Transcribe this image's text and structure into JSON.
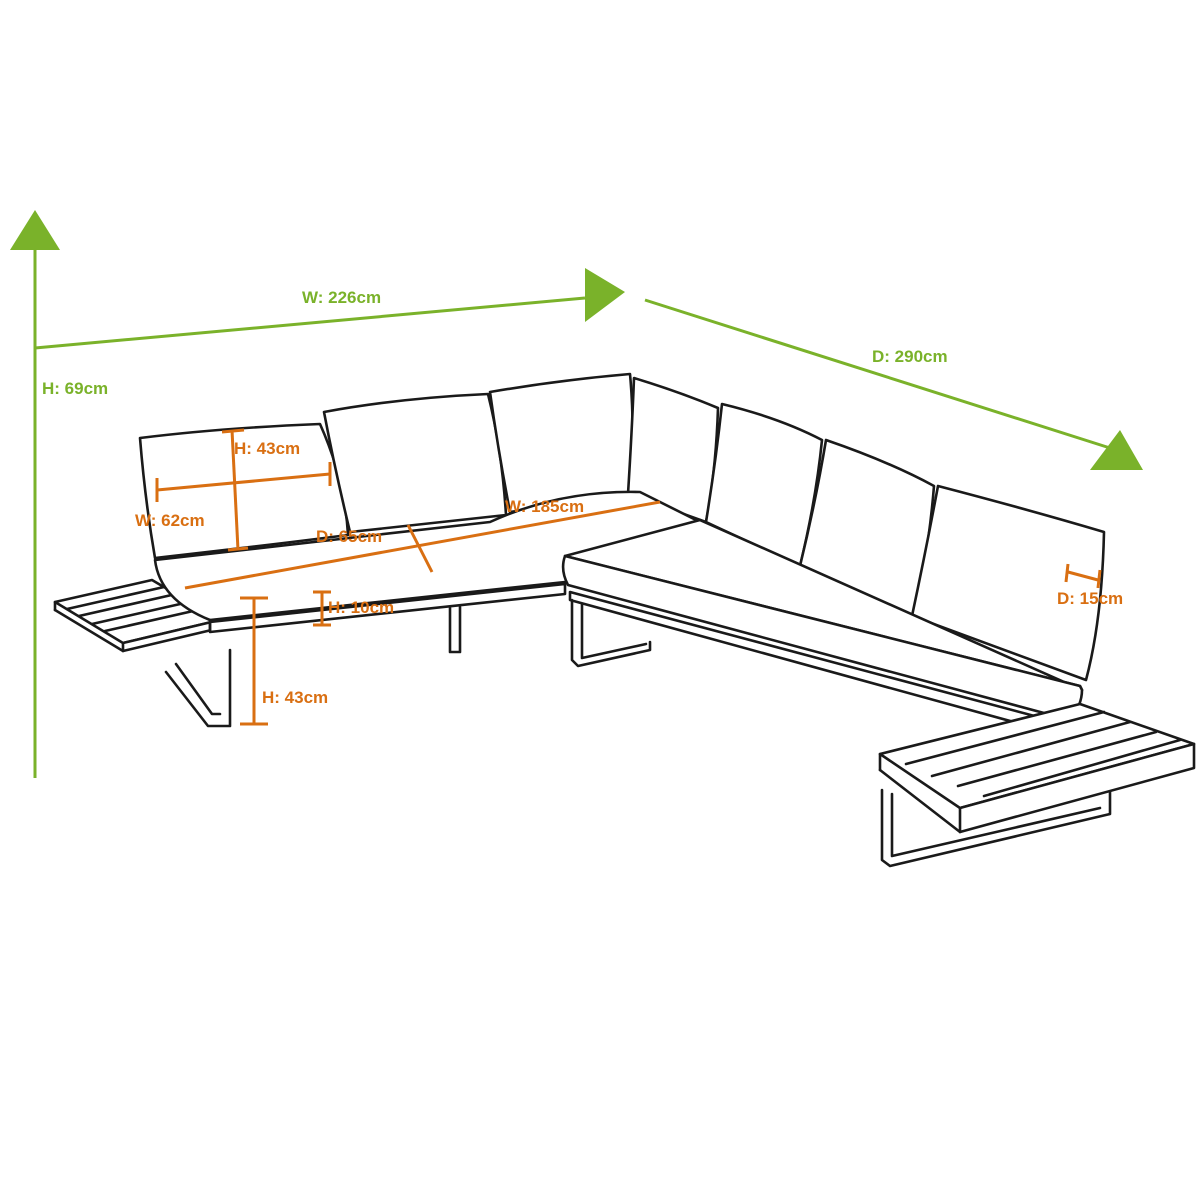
{
  "overall": {
    "height_label": "H: 69cm",
    "width_label": "W: 226cm",
    "depth_label": "D: 290cm"
  },
  "details": {
    "back_cushion_height": "H: 43cm",
    "back_cushion_width": "W: 62cm",
    "seat_depth": "D: 65cm",
    "seat_width": "W: 185cm",
    "seat_cushion_height": "H: 10cm",
    "seat_height": "H: 43cm",
    "back_cushion_depth": "D: 15cm"
  },
  "colors": {
    "overall_dimension": "#7ab22a",
    "detail_dimension": "#d96f12",
    "outline": "#1a1a1a"
  }
}
